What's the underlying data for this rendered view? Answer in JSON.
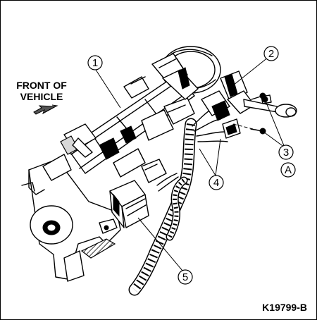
{
  "front_label": {
    "line1": "FRONT OF",
    "line2": "VEHICLE"
  },
  "figure_id": "K19799-B",
  "callouts": [
    {
      "id": "1",
      "text": "1"
    },
    {
      "id": "2",
      "text": "2"
    },
    {
      "id": "3",
      "text": "3"
    },
    {
      "id": "A",
      "text": "A"
    },
    {
      "id": "4",
      "text": "4"
    },
    {
      "id": "5",
      "text": "5"
    }
  ],
  "icons": {
    "direction_arrow": "arrow-down-left-icon"
  }
}
